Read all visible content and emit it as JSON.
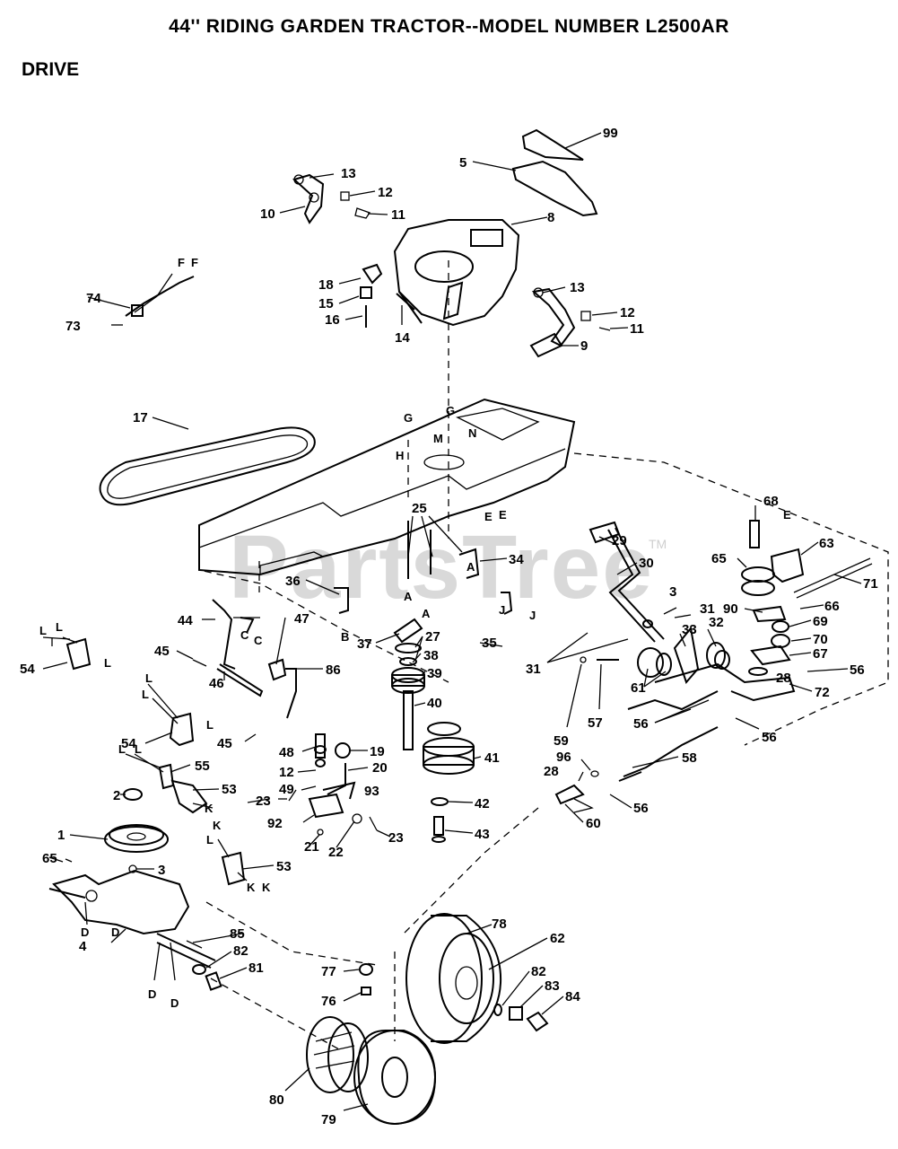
{
  "title": "44'' RIDING GARDEN TRACTOR--MODEL NUMBER L2500AR",
  "section": "DRIVE",
  "watermark": "PartsTree",
  "watermark_tm": "TM",
  "callouts": [
    {
      "id": "c99",
      "text": "99"
    },
    {
      "id": "c5",
      "text": "5"
    },
    {
      "id": "c13a",
      "text": "13"
    },
    {
      "id": "c12a",
      "text": "12"
    },
    {
      "id": "c10",
      "text": "10"
    },
    {
      "id": "c11a",
      "text": "11"
    },
    {
      "id": "c8",
      "text": "8"
    },
    {
      "id": "cFF1",
      "text": "F"
    },
    {
      "id": "cFF2",
      "text": "F"
    },
    {
      "id": "c74",
      "text": "74"
    },
    {
      "id": "c73",
      "text": "73"
    },
    {
      "id": "c18",
      "text": "18"
    },
    {
      "id": "c15",
      "text": "15"
    },
    {
      "id": "c16",
      "text": "16"
    },
    {
      "id": "c14",
      "text": "14"
    },
    {
      "id": "c13b",
      "text": "13"
    },
    {
      "id": "c12b",
      "text": "12"
    },
    {
      "id": "c11b",
      "text": "11"
    },
    {
      "id": "c9",
      "text": "9"
    },
    {
      "id": "c17",
      "text": "17"
    },
    {
      "id": "cG1",
      "text": "G"
    },
    {
      "id": "cG2",
      "text": "G"
    },
    {
      "id": "cH",
      "text": "H"
    },
    {
      "id": "cM",
      "text": "M"
    },
    {
      "id": "cN",
      "text": "N"
    },
    {
      "id": "cE1",
      "text": "E"
    },
    {
      "id": "cE2",
      "text": "E"
    },
    {
      "id": "c25",
      "text": "25"
    },
    {
      "id": "c29",
      "text": "29"
    },
    {
      "id": "c30",
      "text": "30"
    },
    {
      "id": "c68",
      "text": "68"
    },
    {
      "id": "cE3",
      "text": "E"
    },
    {
      "id": "c63",
      "text": "63"
    },
    {
      "id": "c65a",
      "text": "65"
    },
    {
      "id": "c71",
      "text": "71"
    },
    {
      "id": "c90",
      "text": "90"
    },
    {
      "id": "c66",
      "text": "66"
    },
    {
      "id": "c69",
      "text": "69"
    },
    {
      "id": "c70",
      "text": "70"
    },
    {
      "id": "c67",
      "text": "67"
    },
    {
      "id": "c28a",
      "text": "28"
    },
    {
      "id": "c56a",
      "text": "56"
    },
    {
      "id": "c72",
      "text": "72"
    },
    {
      "id": "c34",
      "text": "34"
    },
    {
      "id": "cA1",
      "text": "A"
    },
    {
      "id": "c36",
      "text": "36"
    },
    {
      "id": "c3a",
      "text": "3"
    },
    {
      "id": "c31a",
      "text": "31"
    },
    {
      "id": "c32",
      "text": "32"
    },
    {
      "id": "c33",
      "text": "33"
    },
    {
      "id": "cA2",
      "text": "A"
    },
    {
      "id": "cA3",
      "text": "A"
    },
    {
      "id": "cB",
      "text": "B"
    },
    {
      "id": "cJ1",
      "text": "J"
    },
    {
      "id": "cJ2",
      "text": "J"
    },
    {
      "id": "c35",
      "text": "35"
    },
    {
      "id": "c27",
      "text": "27"
    },
    {
      "id": "c37",
      "text": "37"
    },
    {
      "id": "c38",
      "text": "38"
    },
    {
      "id": "c39",
      "text": "39"
    },
    {
      "id": "c31b",
      "text": "31"
    },
    {
      "id": "c61",
      "text": "61"
    },
    {
      "id": "c56b",
      "text": "56"
    },
    {
      "id": "c57",
      "text": "57"
    },
    {
      "id": "c59",
      "text": "59"
    },
    {
      "id": "c56c",
      "text": "56"
    },
    {
      "id": "c40",
      "text": "40"
    },
    {
      "id": "c41",
      "text": "41"
    },
    {
      "id": "c58",
      "text": "58"
    },
    {
      "id": "c96",
      "text": "96"
    },
    {
      "id": "c28b",
      "text": "28"
    },
    {
      "id": "c56d",
      "text": "56"
    },
    {
      "id": "c42",
      "text": "42"
    },
    {
      "id": "c60",
      "text": "60"
    },
    {
      "id": "c43",
      "text": "43"
    },
    {
      "id": "c44",
      "text": "44"
    },
    {
      "id": "c47",
      "text": "47"
    },
    {
      "id": "cC1",
      "text": "C"
    },
    {
      "id": "cC2",
      "text": "C"
    },
    {
      "id": "c45a",
      "text": "45"
    },
    {
      "id": "c86",
      "text": "86"
    },
    {
      "id": "c46",
      "text": "46"
    },
    {
      "id": "cL1",
      "text": "L"
    },
    {
      "id": "cL2",
      "text": "L"
    },
    {
      "id": "cL3",
      "text": "L"
    },
    {
      "id": "c54a",
      "text": "54"
    },
    {
      "id": "cL4",
      "text": "L"
    },
    {
      "id": "cL5",
      "text": "L"
    },
    {
      "id": "cL6",
      "text": "L"
    },
    {
      "id": "c54b",
      "text": "54"
    },
    {
      "id": "c45b",
      "text": "45"
    },
    {
      "id": "c48",
      "text": "48"
    },
    {
      "id": "c19",
      "text": "19"
    },
    {
      "id": "c12c",
      "text": "12"
    },
    {
      "id": "c49",
      "text": "49"
    },
    {
      "id": "c20",
      "text": "20"
    },
    {
      "id": "cL7",
      "text": "L"
    },
    {
      "id": "cL8",
      "text": "L"
    },
    {
      "id": "c55",
      "text": "55"
    },
    {
      "id": "c53a",
      "text": "53"
    },
    {
      "id": "c23a",
      "text": "23"
    },
    {
      "id": "c93",
      "text": "93"
    },
    {
      "id": "c2",
      "text": "2"
    },
    {
      "id": "cK1",
      "text": "K"
    },
    {
      "id": "cK2",
      "text": "K"
    },
    {
      "id": "c92",
      "text": "92"
    },
    {
      "id": "c23b",
      "text": "23"
    },
    {
      "id": "c21",
      "text": "21"
    },
    {
      "id": "c22",
      "text": "22"
    },
    {
      "id": "c1",
      "text": "1"
    },
    {
      "id": "cL9",
      "text": "L"
    },
    {
      "id": "c53b",
      "text": "53"
    },
    {
      "id": "c65b",
      "text": "65"
    },
    {
      "id": "c3b",
      "text": "3"
    },
    {
      "id": "cK3",
      "text": "K"
    },
    {
      "id": "cK4",
      "text": "K"
    },
    {
      "id": "c78",
      "text": "78"
    },
    {
      "id": "c62",
      "text": "62"
    },
    {
      "id": "cD1",
      "text": "D"
    },
    {
      "id": "cD2",
      "text": "D"
    },
    {
      "id": "c85",
      "text": "85"
    },
    {
      "id": "c82a",
      "text": "82"
    },
    {
      "id": "c4",
      "text": "4"
    },
    {
      "id": "c81",
      "text": "81"
    },
    {
      "id": "c77",
      "text": "77"
    },
    {
      "id": "c82b",
      "text": "82"
    },
    {
      "id": "c83",
      "text": "83"
    },
    {
      "id": "c84",
      "text": "84"
    },
    {
      "id": "cD3",
      "text": "D"
    },
    {
      "id": "cD4",
      "text": "D"
    },
    {
      "id": "c76",
      "text": "76"
    },
    {
      "id": "c80",
      "text": "80"
    },
    {
      "id": "c79",
      "text": "79"
    }
  ]
}
